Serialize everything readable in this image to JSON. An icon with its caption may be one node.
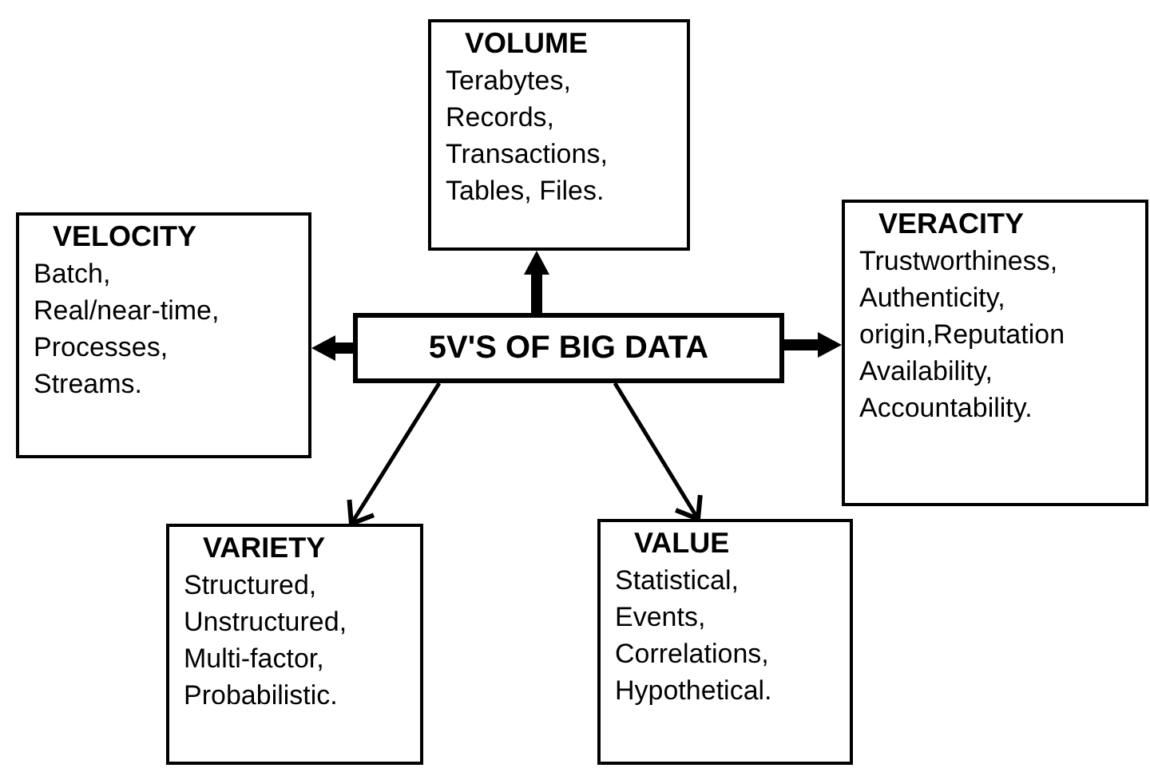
{
  "diagram": {
    "nodes": [
      {
        "text": [
          "5V'S OF BIG DATA"
        ]
      },
      {
        "text": [
          "VOLUME",
          "Terabytes, Records, Transactions, Tables, Files."
        ]
      },
      {
        "text": [
          "VELOCITY",
          "Batch, Real/near-time, Processes, Streams."
        ]
      },
      {
        "text": [
          "VERACITY",
          "Trustworthiness, Authenticity, origin,Reputation Availability, Accountability."
        ]
      },
      {
        "text": [
          "VARIETY",
          "Structured, Unstructured, Multi-factor, Probabilistic."
        ]
      },
      {
        "text": [
          "VALUE",
          "Statistical, Events, Correlations, Hypothetical."
        ]
      }
    ],
    "edges": [
      {
        "from": 0,
        "to": 1,
        "arrow": "to",
        "style": "thick"
      },
      {
        "from": 0,
        "to": 2,
        "arrow": "to",
        "style": "thick"
      },
      {
        "from": 0,
        "to": 3,
        "arrow": "to",
        "style": "thick"
      },
      {
        "from": 0,
        "to": 4,
        "arrow": "to"
      },
      {
        "from": 0,
        "to": 5,
        "arrow": "to"
      }
    ]
  }
}
